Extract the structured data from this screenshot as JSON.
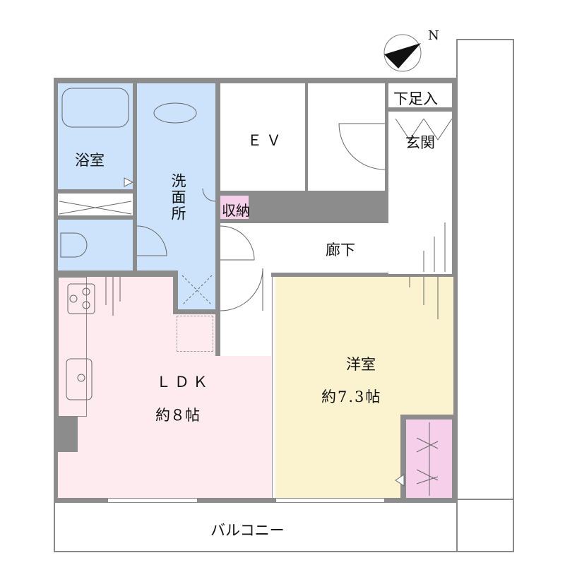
{
  "rooms": {
    "bath": "浴室",
    "washroom": "洗面所",
    "elevator": "ＥＶ",
    "shoe_storage": "下足入",
    "entrance": "玄関",
    "storage": "収納",
    "hallway": "廊下",
    "ldk": "ＬＤＫ",
    "ldk_size": "約８帖",
    "western_room": "洋室",
    "western_room_size": "約7.3帖",
    "balcony": "バルコニー"
  },
  "compass": {
    "direction_label": "N"
  },
  "colors": {
    "wall": "#8c8c8c",
    "wet_area": "#cce3fb",
    "ldk": "#fdebef",
    "western_room": "#fbf3d0",
    "storage": "#f6d0ea"
  }
}
